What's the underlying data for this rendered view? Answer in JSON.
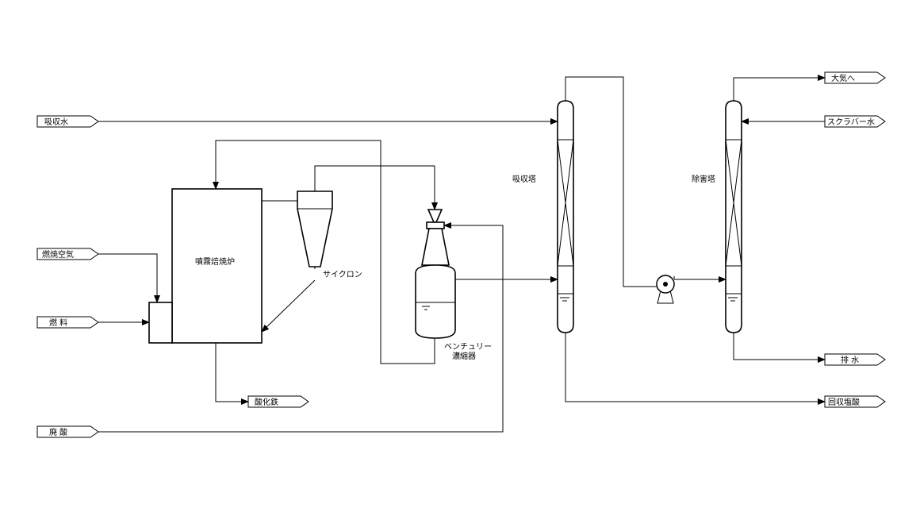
{
  "streams_in": {
    "absorb_water": "吸収水",
    "combustion_air": "燃焼空気",
    "fuel": "燃 料",
    "waste_acid": "廃 酸",
    "scrubber_water": "スクラバー水"
  },
  "streams_out": {
    "to_atmosphere": "大気へ",
    "drain": "排 水",
    "iron_oxide": "酸化鉄",
    "recovered_hcl": "回収塩酸"
  },
  "equipment": {
    "roaster": "噴霧焙焼炉",
    "cyclone": "サイクロン",
    "venturi_line1": "ベンチュリー",
    "venturi_line2": "濃縮器",
    "absorber": "吸収塔",
    "scrubber": "除害塔"
  }
}
